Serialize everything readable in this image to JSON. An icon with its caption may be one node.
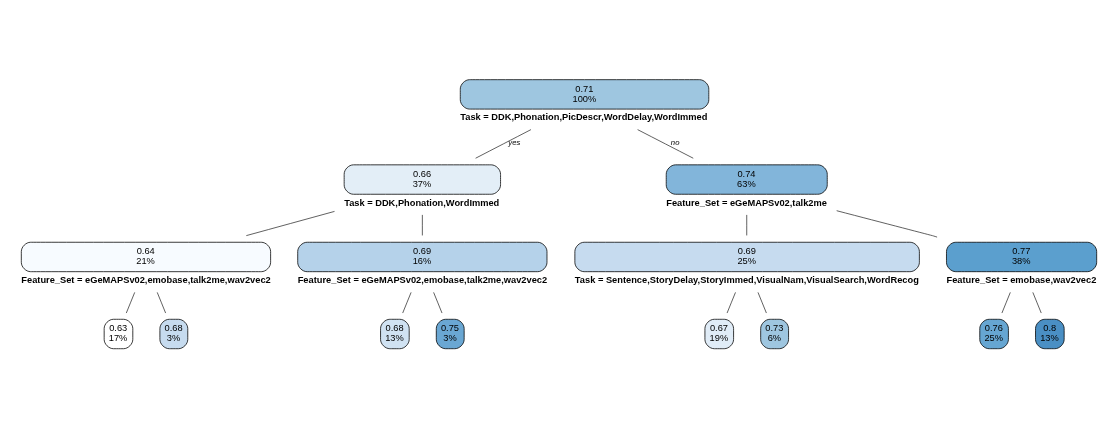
{
  "diagram": {
    "nodes": [
      {
        "text": [
          "0.71",
          "100%"
        ],
        "beside": [
          "Task = DDK,Phonation,PicDescr,WordDelay,WordImmed"
        ]
      },
      {
        "text": [
          "0.66",
          "37%"
        ],
        "beside": [
          "Task = DDK,Phonation,WordImmed"
        ]
      },
      {
        "text": [
          "0.64",
          "21%"
        ],
        "beside": [
          "Feature_Set = eGeMAPSv02,emobase,talk2me,wav2vec2"
        ]
      },
      {
        "text": [
          "0.63",
          "17%"
        ]
      },
      {
        "text": [
          "0.68",
          "3%"
        ]
      },
      {
        "text": [
          "0.69",
          "16%"
        ],
        "beside": [
          "Feature_Set = eGeMAPSv02,emobase,talk2me,wav2vec2"
        ]
      },
      {
        "text": [
          "0.68",
          "13%"
        ]
      },
      {
        "text": [
          "0.75",
          "3%"
        ]
      },
      {
        "text": [
          "0.74",
          "63%"
        ],
        "beside": [
          "Feature_Set = eGeMAPSv02,talk2me"
        ]
      },
      {
        "text": [
          "0.69",
          "25%"
        ],
        "beside": [
          "Task = Sentence,StoryDelay,StoryImmed,VisualNam,VisualSearch,WordRecog"
        ]
      },
      {
        "text": [
          "0.67",
          "19%"
        ]
      },
      {
        "text": [
          "0.73",
          "6%"
        ]
      },
      {
        "text": [
          "0.77",
          "38%"
        ],
        "beside": [
          "Feature_Set = emobase,wav2vec2"
        ]
      },
      {
        "text": [
          "0.76",
          "25%"
        ]
      },
      {
        "text": [
          "0.8",
          "13%"
        ]
      }
    ],
    "edges": [
      {
        "from": 0,
        "to": 1,
        "arrow": "none",
        "label": "yes"
      },
      {
        "from": 1,
        "to": 2,
        "arrow": "none"
      },
      {
        "from": 2,
        "to": 3,
        "arrow": "none"
      },
      {
        "from": 2,
        "to": 4,
        "arrow": "none"
      },
      {
        "from": 1,
        "to": 5,
        "arrow": "none"
      },
      {
        "from": 5,
        "to": 6,
        "arrow": "none"
      },
      {
        "from": 5,
        "to": 7,
        "arrow": "none"
      },
      {
        "from": 0,
        "to": 8,
        "arrow": "none",
        "label": "no"
      },
      {
        "from": 8,
        "to": 9,
        "arrow": "none"
      },
      {
        "from": 9,
        "to": 10,
        "arrow": "none"
      },
      {
        "from": 9,
        "to": 11,
        "arrow": "none"
      },
      {
        "from": 8,
        "to": 12,
        "arrow": "none"
      },
      {
        "from": 12,
        "to": 13,
        "arrow": "none"
      },
      {
        "from": 12,
        "to": 14,
        "arrow": "none"
      }
    ]
  }
}
